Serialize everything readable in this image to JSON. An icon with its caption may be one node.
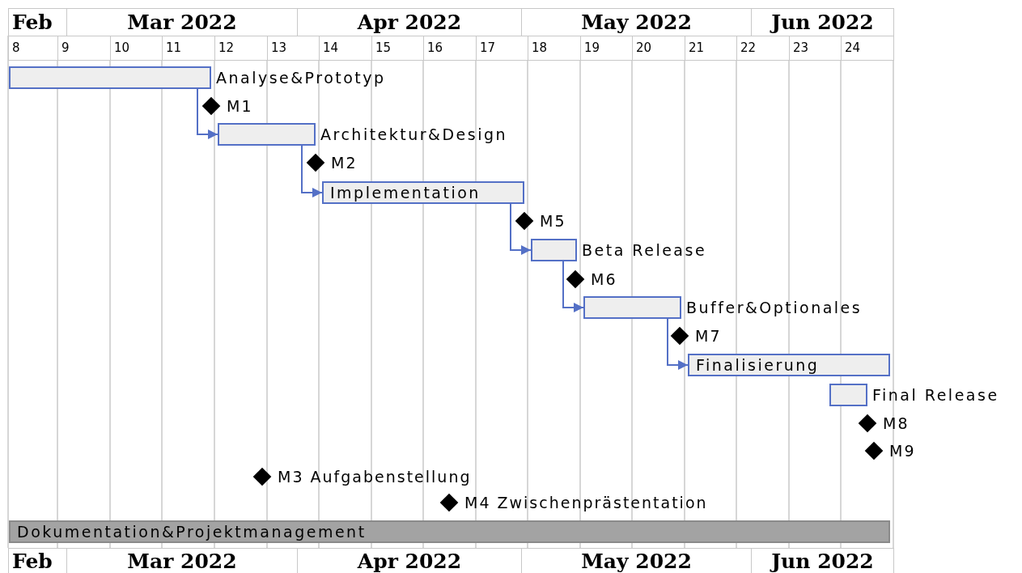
{
  "diagram": {
    "nodes": [
      {
        "text": [
          "Analyse&Prototyp"
        ]
      },
      {
        "text": [],
        "shape": "diamond",
        "beside": [
          "M1"
        ]
      },
      {
        "text": [
          "Architektur&Design"
        ]
      },
      {
        "text": [],
        "shape": "diamond",
        "beside": [
          "M2"
        ]
      },
      {
        "text": [
          "Implementation"
        ]
      },
      {
        "text": [],
        "shape": "diamond",
        "beside": [
          "M5"
        ]
      },
      {
        "text": [
          "Beta Release"
        ]
      },
      {
        "text": [],
        "shape": "diamond",
        "beside": [
          "M6"
        ]
      },
      {
        "text": [
          "Buffer&Optionales"
        ]
      },
      {
        "text": [],
        "shape": "diamond",
        "beside": [
          "M7"
        ]
      },
      {
        "text": [
          "Finalisierung"
        ]
      },
      {
        "text": [
          "Final Release"
        ]
      },
      {
        "text": [],
        "shape": "diamond",
        "beside": [
          "M8"
        ]
      },
      {
        "text": [],
        "shape": "diamond",
        "beside": [
          "M9"
        ]
      },
      {
        "text": [],
        "shape": "diamond",
        "beside": [
          "M3 Aufgabenstellung"
        ]
      },
      {
        "text": [],
        "shape": "diamond",
        "beside": [
          "M4 Zwischenprästentation"
        ]
      },
      {
        "text": [
          "Dokumentation&Projektmanagement"
        ]
      }
    ],
    "edges": [
      {
        "from": 0,
        "to": 2,
        "arrow": "to"
      },
      {
        "from": 2,
        "to": 4,
        "arrow": "to"
      },
      {
        "from": 4,
        "to": 6,
        "arrow": "to"
      },
      {
        "from": 6,
        "to": 8,
        "arrow": "to"
      },
      {
        "from": 8,
        "to": 10,
        "arrow": "to"
      }
    ],
    "labels": [
      "Feb",
      "Mar 2022",
      "Apr 2022",
      "May 2022",
      "Jun 2022",
      "8",
      "9",
      "10",
      "11",
      "12",
      "13",
      "14",
      "15",
      "16",
      "17",
      "18",
      "19",
      "20",
      "21",
      "22",
      "23",
      "24",
      "Feb",
      "Mar 2022",
      "Apr 2022",
      "May 2022",
      "Jun 2022"
    ]
  }
}
